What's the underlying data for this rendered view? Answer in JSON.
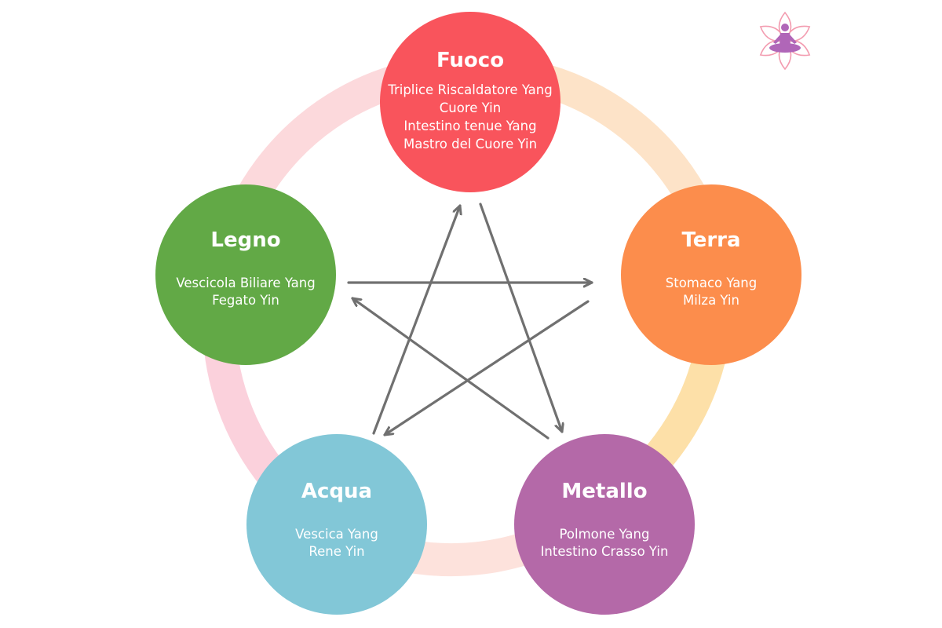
{
  "elements": [
    {
      "id": "fuoco",
      "name": "Fuoco",
      "color": "#f9545c",
      "organs": [
        "Triplice Riscaldatore Yang",
        "Cuore Yin",
        "Intestino tenue Yang",
        "Mastro del Cuore Yin"
      ]
    },
    {
      "id": "terra",
      "name": "Terra",
      "color": "#fc8d4c",
      "organs": [
        "Stomaco Yang",
        "Milza Yin"
      ]
    },
    {
      "id": "metallo",
      "name": "Metallo",
      "color": "#b469a8",
      "organs": [
        "Polmone Yang",
        "Intestino Crasso Yin"
      ]
    },
    {
      "id": "acqua",
      "name": "Acqua",
      "color": "#82c7d7",
      "organs": [
        "Vescica Yang",
        "Rene Yin"
      ]
    },
    {
      "id": "legno",
      "name": "Legno",
      "color": "#62a946",
      "organs": [
        "Vescicola Biliare Yang",
        "Fegato Yin"
      ]
    }
  ],
  "cycle_ring_colors": {
    "fuoco_terra": "#fde3c8",
    "terra_metallo": "#fde0a8",
    "metallo_acqua": "#fde2dc",
    "acqua_legno": "#fbd1dc",
    "legno_fuoco": "#fcd9dc"
  },
  "control_cycle": [
    {
      "from": "fuoco",
      "to": "metallo"
    },
    {
      "from": "metallo",
      "to": "legno"
    },
    {
      "from": "legno",
      "to": "terra"
    },
    {
      "from": "terra",
      "to": "acqua"
    },
    {
      "from": "acqua",
      "to": "fuoco"
    }
  ],
  "arrow_color": "#707070",
  "logo": {
    "icon": "meditation-lotus-icon",
    "figure_color": "#b066b8",
    "petal_color": "#f39cb0"
  }
}
